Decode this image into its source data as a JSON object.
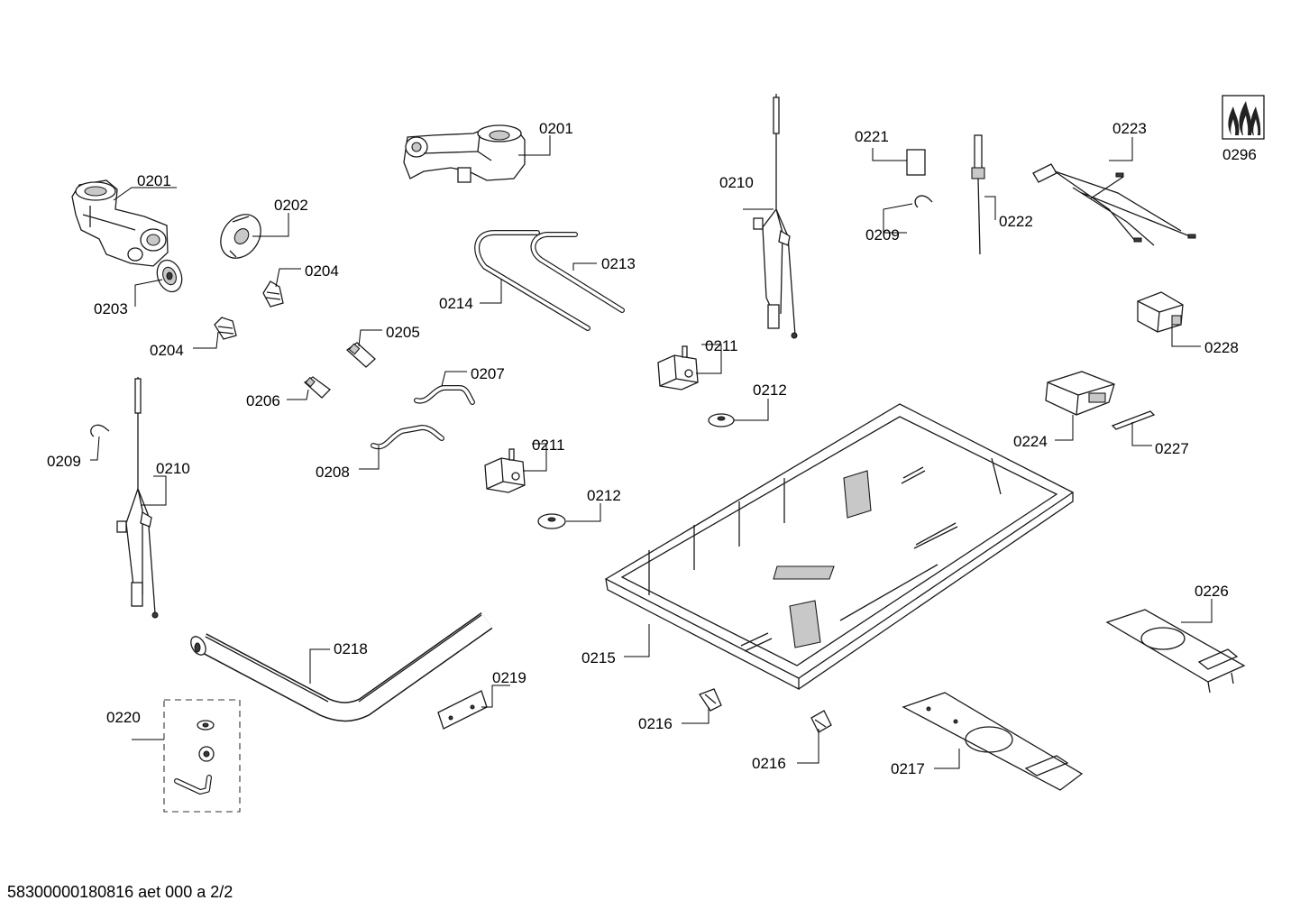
{
  "document_id": "58300000180816 aet 000 a 2/2",
  "symbol": {
    "label": "0296",
    "icon": "gas-flame-icon"
  },
  "callouts": [
    {
      "id": "c01",
      "text": "0201"
    },
    {
      "id": "c02",
      "text": "0201"
    },
    {
      "id": "c03",
      "text": "0202"
    },
    {
      "id": "c04",
      "text": "0203"
    },
    {
      "id": "c05",
      "text": "0204"
    },
    {
      "id": "c06",
      "text": "0204"
    },
    {
      "id": "c07",
      "text": "0205"
    },
    {
      "id": "c08",
      "text": "0206"
    },
    {
      "id": "c09",
      "text": "0207"
    },
    {
      "id": "c10",
      "text": "0208"
    },
    {
      "id": "c11",
      "text": "0209"
    },
    {
      "id": "c12",
      "text": "0209"
    },
    {
      "id": "c13",
      "text": "0210"
    },
    {
      "id": "c14",
      "text": "0210"
    },
    {
      "id": "c15",
      "text": "0211"
    },
    {
      "id": "c16",
      "text": "0211"
    },
    {
      "id": "c17",
      "text": "0212"
    },
    {
      "id": "c18",
      "text": "0212"
    },
    {
      "id": "c19",
      "text": "0213"
    },
    {
      "id": "c20",
      "text": "0214"
    },
    {
      "id": "c21",
      "text": "0215"
    },
    {
      "id": "c22",
      "text": "0216"
    },
    {
      "id": "c23",
      "text": "0216"
    },
    {
      "id": "c24",
      "text": "0217"
    },
    {
      "id": "c25",
      "text": "0218"
    },
    {
      "id": "c26",
      "text": "0219"
    },
    {
      "id": "c27",
      "text": "0220"
    },
    {
      "id": "c28",
      "text": "0221"
    },
    {
      "id": "c29",
      "text": "0222"
    },
    {
      "id": "c30",
      "text": "0223"
    },
    {
      "id": "c31",
      "text": "0224"
    },
    {
      "id": "c32",
      "text": "0226"
    },
    {
      "id": "c33",
      "text": "0227"
    },
    {
      "id": "c34",
      "text": "0228"
    }
  ]
}
